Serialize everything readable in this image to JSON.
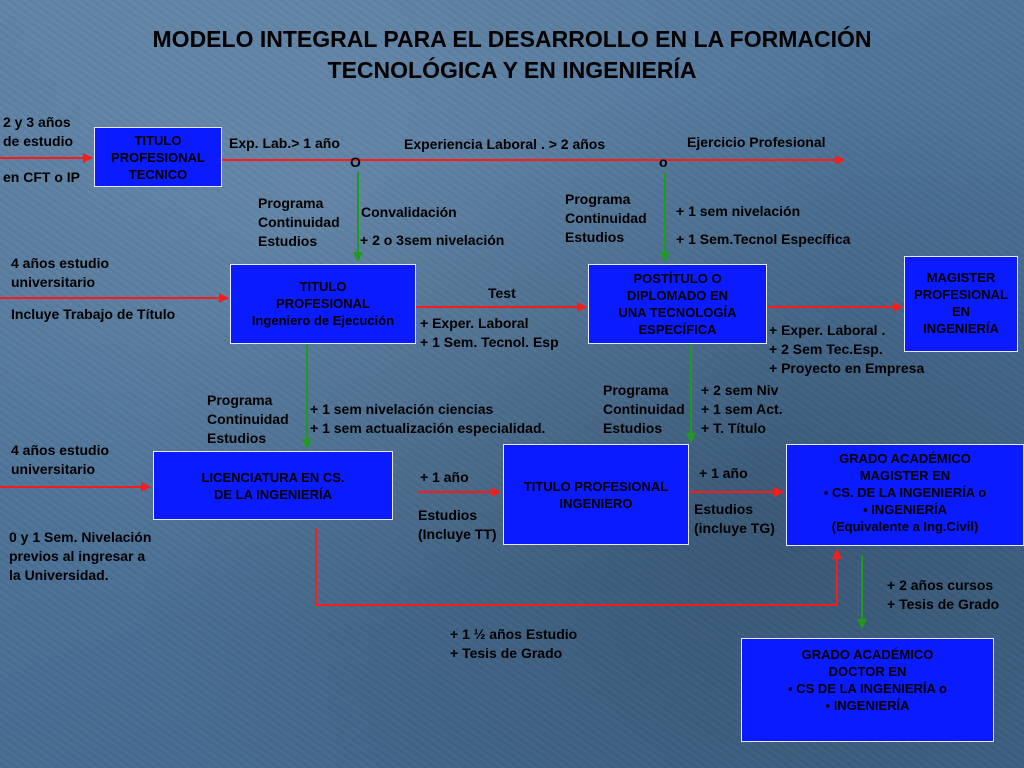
{
  "title": {
    "line1": "MODELO INTEGRAL PARA EL DESARROLLO EN LA FORMACIÓN",
    "line2": "TECNOLÓGICA Y EN INGENIERÍA"
  },
  "boxes": {
    "titulo_tecnico": [
      "TITULO",
      "PROFESIONAL",
      "TECNICO"
    ],
    "titulo_ejecucion": [
      "TITULO",
      "PROFESIONAL",
      "Ingeniero de Ejecución"
    ],
    "postitulo": [
      "POSTÍTULO O",
      "DIPLOMADO EN",
      "UNA TECNOLOGÍA",
      "ESPECÍFICA"
    ],
    "magister_prof": [
      "MAGISTER",
      "PROFESIONAL",
      "EN",
      "INGENIERÍA"
    ],
    "licenciatura": [
      "LICENCIATURA  EN CS.",
      "DE LA INGENIERÍA"
    ],
    "titulo_ingeniero": [
      "TITULO PROFESIONAL",
      "INGENIERO"
    ],
    "grado_magister": [
      "GRADO  ACADÉMICO",
      "MAGISTER EN",
      "▪ CS. DE LA INGENIERÍA o",
      "▪  INGENIERÍA",
      "(Equivalente a Ing.Civil)"
    ],
    "grado_doctor": [
      "GRADO ACADÉMICO",
      "DOCTOR EN",
      "▪ CS DE LA INGENIERÍA o",
      "▪ INGENIERÍA"
    ]
  },
  "labels": {
    "anos_estudio": [
      "2 y 3 años",
      "de estudio"
    ],
    "cft": "en CFT o IP",
    "exp_lab_1": "Exp. Lab.> 1 año",
    "exp_lab_2": "Experiencia Laboral . >  2 años",
    "ejercicio": "Ejercicio Profesional",
    "marker_o1": "O",
    "marker_o2": "o",
    "programa_1": [
      "Programa",
      "Continuidad",
      "Estudios"
    ],
    "convalidacion": "Convalidación",
    "nivelacion_3sem": "+ 2 o 3sem  nivelación",
    "programa_2": [
      "Programa",
      "Continuidad",
      "Estudios"
    ],
    "sem_nivelacion": "+ 1 sem nivelación",
    "sem_tecnol": "+ 1 Sem.Tecnol Específica",
    "cuatro_anos_1": [
      "4 años estudio",
      "universitario"
    ],
    "incluye_trabajo": "Incluye Trabajo de Título",
    "test": "Test",
    "exper_laboral_1": [
      "+ Exper. Laboral",
      "+ 1 Sem. Tecnol. Esp"
    ],
    "exper_laboral_2": [
      "+ Exper. Laboral .",
      "+ 2 Sem Tec.Esp.",
      "+ Proyecto en Empresa"
    ],
    "programa_3": [
      "Programa",
      "Continuidad",
      "Estudios"
    ],
    "nivelacion_ciencias": [
      "+ 1 sem  nivelación ciencias",
      "+ 1 sem actualización  especialidad."
    ],
    "programa_4": [
      "Programa",
      "Continuidad",
      "Estudios"
    ],
    "sem_niv": [
      "+ 2 sem Niv",
      "+ 1 sem Act.",
      "+ T. Título"
    ],
    "cuatro_anos_2": [
      "4 años estudio",
      "universitario"
    ],
    "mas_1_ano_1": "+ 1 año",
    "estudios_tt": [
      "Estudios",
      "(Incluye TT)"
    ],
    "mas_1_ano_2": "+ 1 año",
    "estudios_tg": [
      "Estudios",
      "(incluye TG)"
    ],
    "nivelacion_previa": [
      "0  y 1 Sem. Nivelación",
      "previos al ingresar a",
      "la Universidad."
    ],
    "dos_anos_cursos": [
      "+ 2 años cursos",
      "+ Tesis de Grado"
    ],
    "uno_medio_anos": [
      "+ 1 ½ años Estudio",
      "+ Tesis de  Grado"
    ]
  },
  "colors": {
    "box_fill": "#0a1cff",
    "arrow_red": "#ff1a1a",
    "arrow_green": "#1f9a1f"
  }
}
